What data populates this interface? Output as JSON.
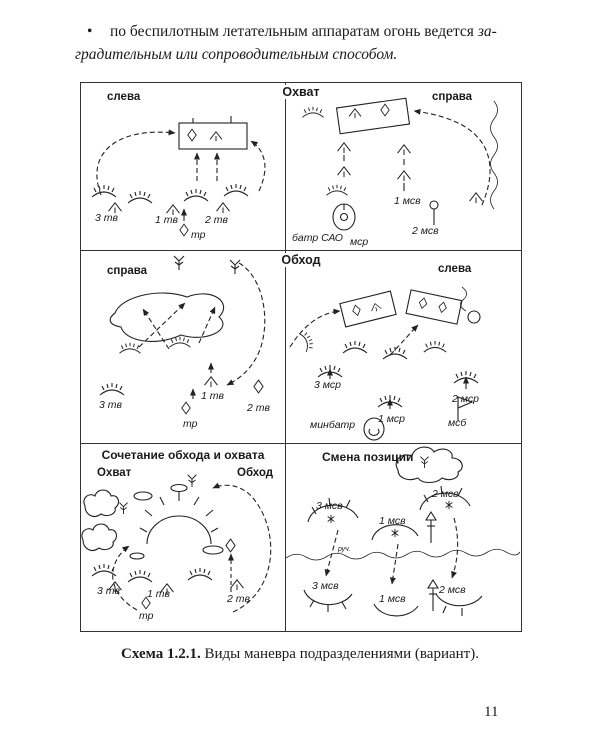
{
  "intro": {
    "bullet": "•",
    "line1_regular": "по беспилотным летательным аппаратам огонь ведется ",
    "line1_italic": "за-",
    "line2_italic": "градительным или сопроводительным способом."
  },
  "figure": {
    "row_titles": {
      "top": "Охват",
      "middle": "Обход"
    },
    "panels": {
      "okhvat_left": {
        "side": "слева",
        "units": [
          "3 тв",
          "1 тв",
          "2 тв",
          "тр"
        ]
      },
      "okhvat_right": {
        "side": "справа",
        "units": [
          "1 мсв",
          "2 мсв",
          "мср",
          "батр САО"
        ]
      },
      "obkhod_right": {
        "side": "справа",
        "units": [
          "3 тв",
          "1 тв",
          "2 тв",
          "тр"
        ]
      },
      "obkhod_left": {
        "side": "слева",
        "units": [
          "3 мср",
          "2 мср",
          "1 мср",
          "минбатр",
          "мсб"
        ]
      },
      "combo": {
        "title": "Сочетание обхода и охвата",
        "left_label": "Охват",
        "right_label": "Обход",
        "units": [
          "3 тв",
          "1 тв",
          "2 тв",
          "тр"
        ]
      },
      "smena": {
        "title": "Смена позиции",
        "units_before": [
          "3 мсв",
          "2 мсв",
          "1 мсв"
        ],
        "units_after": [
          "3 мсв",
          "1 мсв",
          "2 мсв"
        ],
        "stream_label": "руч."
      }
    }
  },
  "caption": {
    "bold": "Схема 1.2.1.",
    "text": " Виды маневра подразделениями (вариант)."
  },
  "page": {
    "number": "11"
  }
}
